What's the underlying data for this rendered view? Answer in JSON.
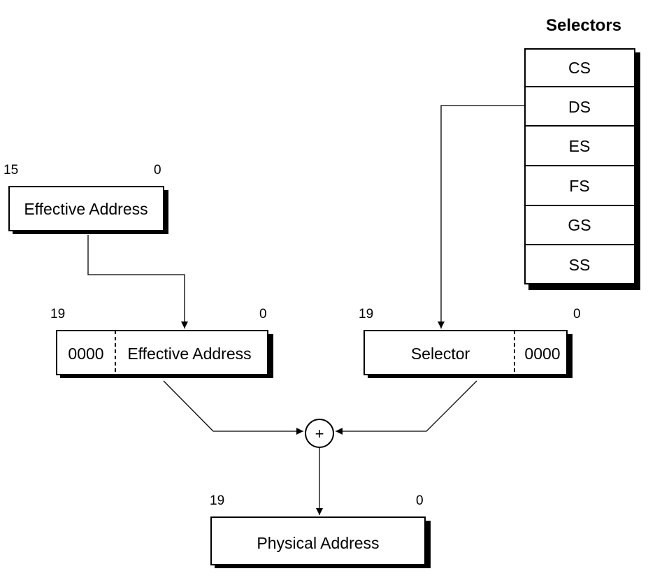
{
  "selectors": {
    "title": "Selectors",
    "items": [
      "CS",
      "DS",
      "ES",
      "FS",
      "GS",
      "SS"
    ]
  },
  "effective_address_16": {
    "label": "Effective Address",
    "bit_high": "15",
    "bit_low": "0"
  },
  "shifted_offset": {
    "prefix": "0000",
    "label": "Effective Address",
    "bit_high": "19",
    "bit_low": "0"
  },
  "shifted_selector": {
    "label": "Selector",
    "suffix": "0000",
    "bit_high": "19",
    "bit_low": "0"
  },
  "adder": {
    "symbol": "+"
  },
  "physical_address": {
    "label": "Physical Address",
    "bit_high": "19",
    "bit_low": "0"
  }
}
